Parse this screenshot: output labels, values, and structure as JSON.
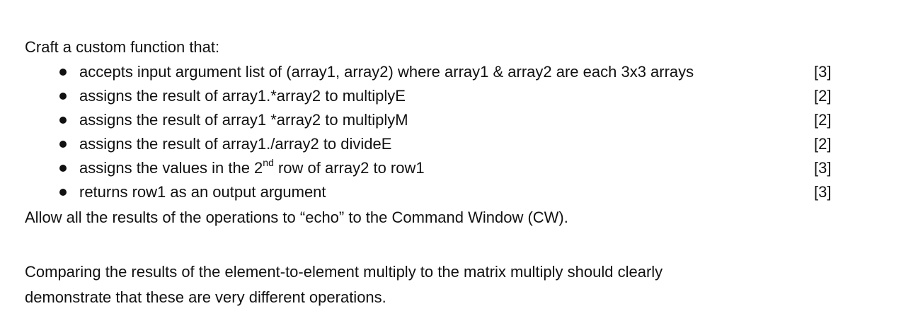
{
  "document": {
    "intro": "Craft a custom function that:",
    "items": [
      {
        "text": "accepts input argument list of (array1, array2) where array1 & array2 are each 3x3 arrays",
        "marks": "[3]"
      },
      {
        "text": "assigns the result of array1.*array2 to multiplyE",
        "marks": "[2]"
      },
      {
        "text": "assigns the result of array1 *array2 to multiplyM",
        "marks": "[2]"
      },
      {
        "text": "assigns the result of array1./array2 to divideE",
        "marks": "[2]"
      },
      {
        "text_before": "assigns the values in the 2",
        "superscript": "nd",
        "text_after": " row of array2 to row1",
        "marks": "[3]"
      },
      {
        "text": "returns row1 as an output argument",
        "marks": "[3]"
      }
    ],
    "echo_instruction": "Allow all the results of the operations to “echo” to the Command Window (CW).",
    "closing_line_1": "Comparing the results of the element-to-element multiply to the matrix multiply should clearly",
    "closing_line_2": "demonstrate that these are very different operations."
  }
}
